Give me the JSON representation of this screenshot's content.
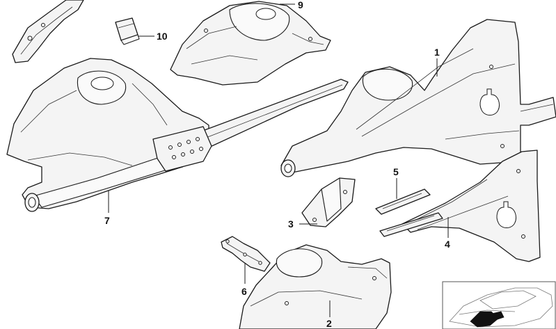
{
  "callouts": {
    "c1": "1",
    "c2": "2",
    "c3": "3",
    "c4": "4",
    "c5": "5",
    "c6": "6",
    "c7": "7",
    "c9": "9",
    "c10": "10"
  }
}
